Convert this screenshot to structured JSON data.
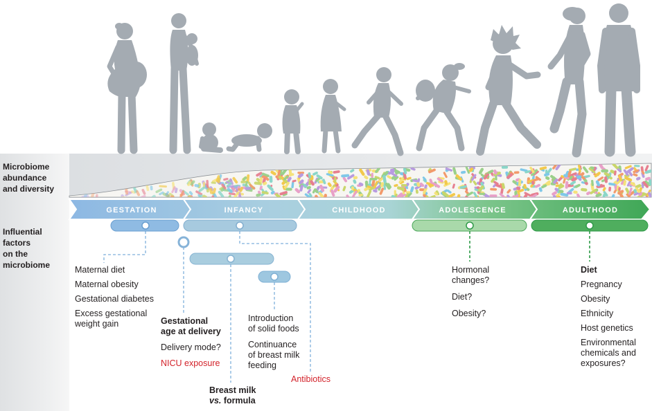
{
  "left_labels": {
    "microbiome": [
      "Microbiome",
      "abundance",
      "and diversity"
    ],
    "factors": [
      "Influential",
      "factors",
      "on the",
      "microbiome"
    ]
  },
  "stages": [
    "GESTATION",
    "INFANCY",
    "CHILDHOOD",
    "ADOLESCENCE",
    "ADULTHOOD"
  ],
  "factors": {
    "gestation": [
      [
        "Maternal diet"
      ],
      [
        "Maternal obesity"
      ],
      [
        "Gestational diabetes"
      ],
      [
        "Excess gestational",
        "weight gain"
      ]
    ],
    "delivery": {
      "bold": [
        "Gestational",
        "age at delivery"
      ],
      "mode": "Delivery mode?",
      "nicu": "NICU exposure"
    },
    "feeding": {
      "line1": "Breast milk",
      "vs": "vs.",
      "line2": "formula"
    },
    "solid_foods": [
      [
        "Introduction",
        "of solid foods"
      ],
      [
        "Continuance",
        "of breast milk",
        "feeding"
      ]
    ],
    "antibiotics": "Antibiotics",
    "adolescence": [
      [
        "Hormonal",
        "changes?"
      ],
      [
        "Diet?"
      ],
      [
        "Obesity?"
      ]
    ],
    "adulthood": {
      "bold": "Diet",
      "items": [
        [
          "Pregnancy"
        ],
        [
          "Obesity"
        ],
        [
          "Ethnicity"
        ],
        [
          "Host genetics"
        ],
        [
          "Environmental",
          "chemicals and",
          "exposures?"
        ]
      ]
    }
  },
  "silhouettes": [
    "pregnant-woman-icon",
    "mother-with-baby-icon",
    "sitting-baby-icon",
    "crawling-baby-icon",
    "toddler-icon",
    "small-child-icon",
    "running-child-icon",
    "jumping-child-icon",
    "adolescent-icon",
    "running-woman-icon",
    "standing-man-icon"
  ],
  "colors": {
    "silhouette": "#a4abb2",
    "text": "#231f20",
    "highlight": "#d3222a",
    "gestation": "#8db8e3",
    "childhood": "#a9d4d6",
    "adulthood": "#3fa756"
  },
  "bacteria_colors": [
    "#e8a0c8",
    "#f2c94c",
    "#7fc8e8",
    "#9ad08a",
    "#f29a6b",
    "#b89be0",
    "#f5e27a",
    "#8ad6c9",
    "#e67f8f",
    "#c9d66b"
  ]
}
